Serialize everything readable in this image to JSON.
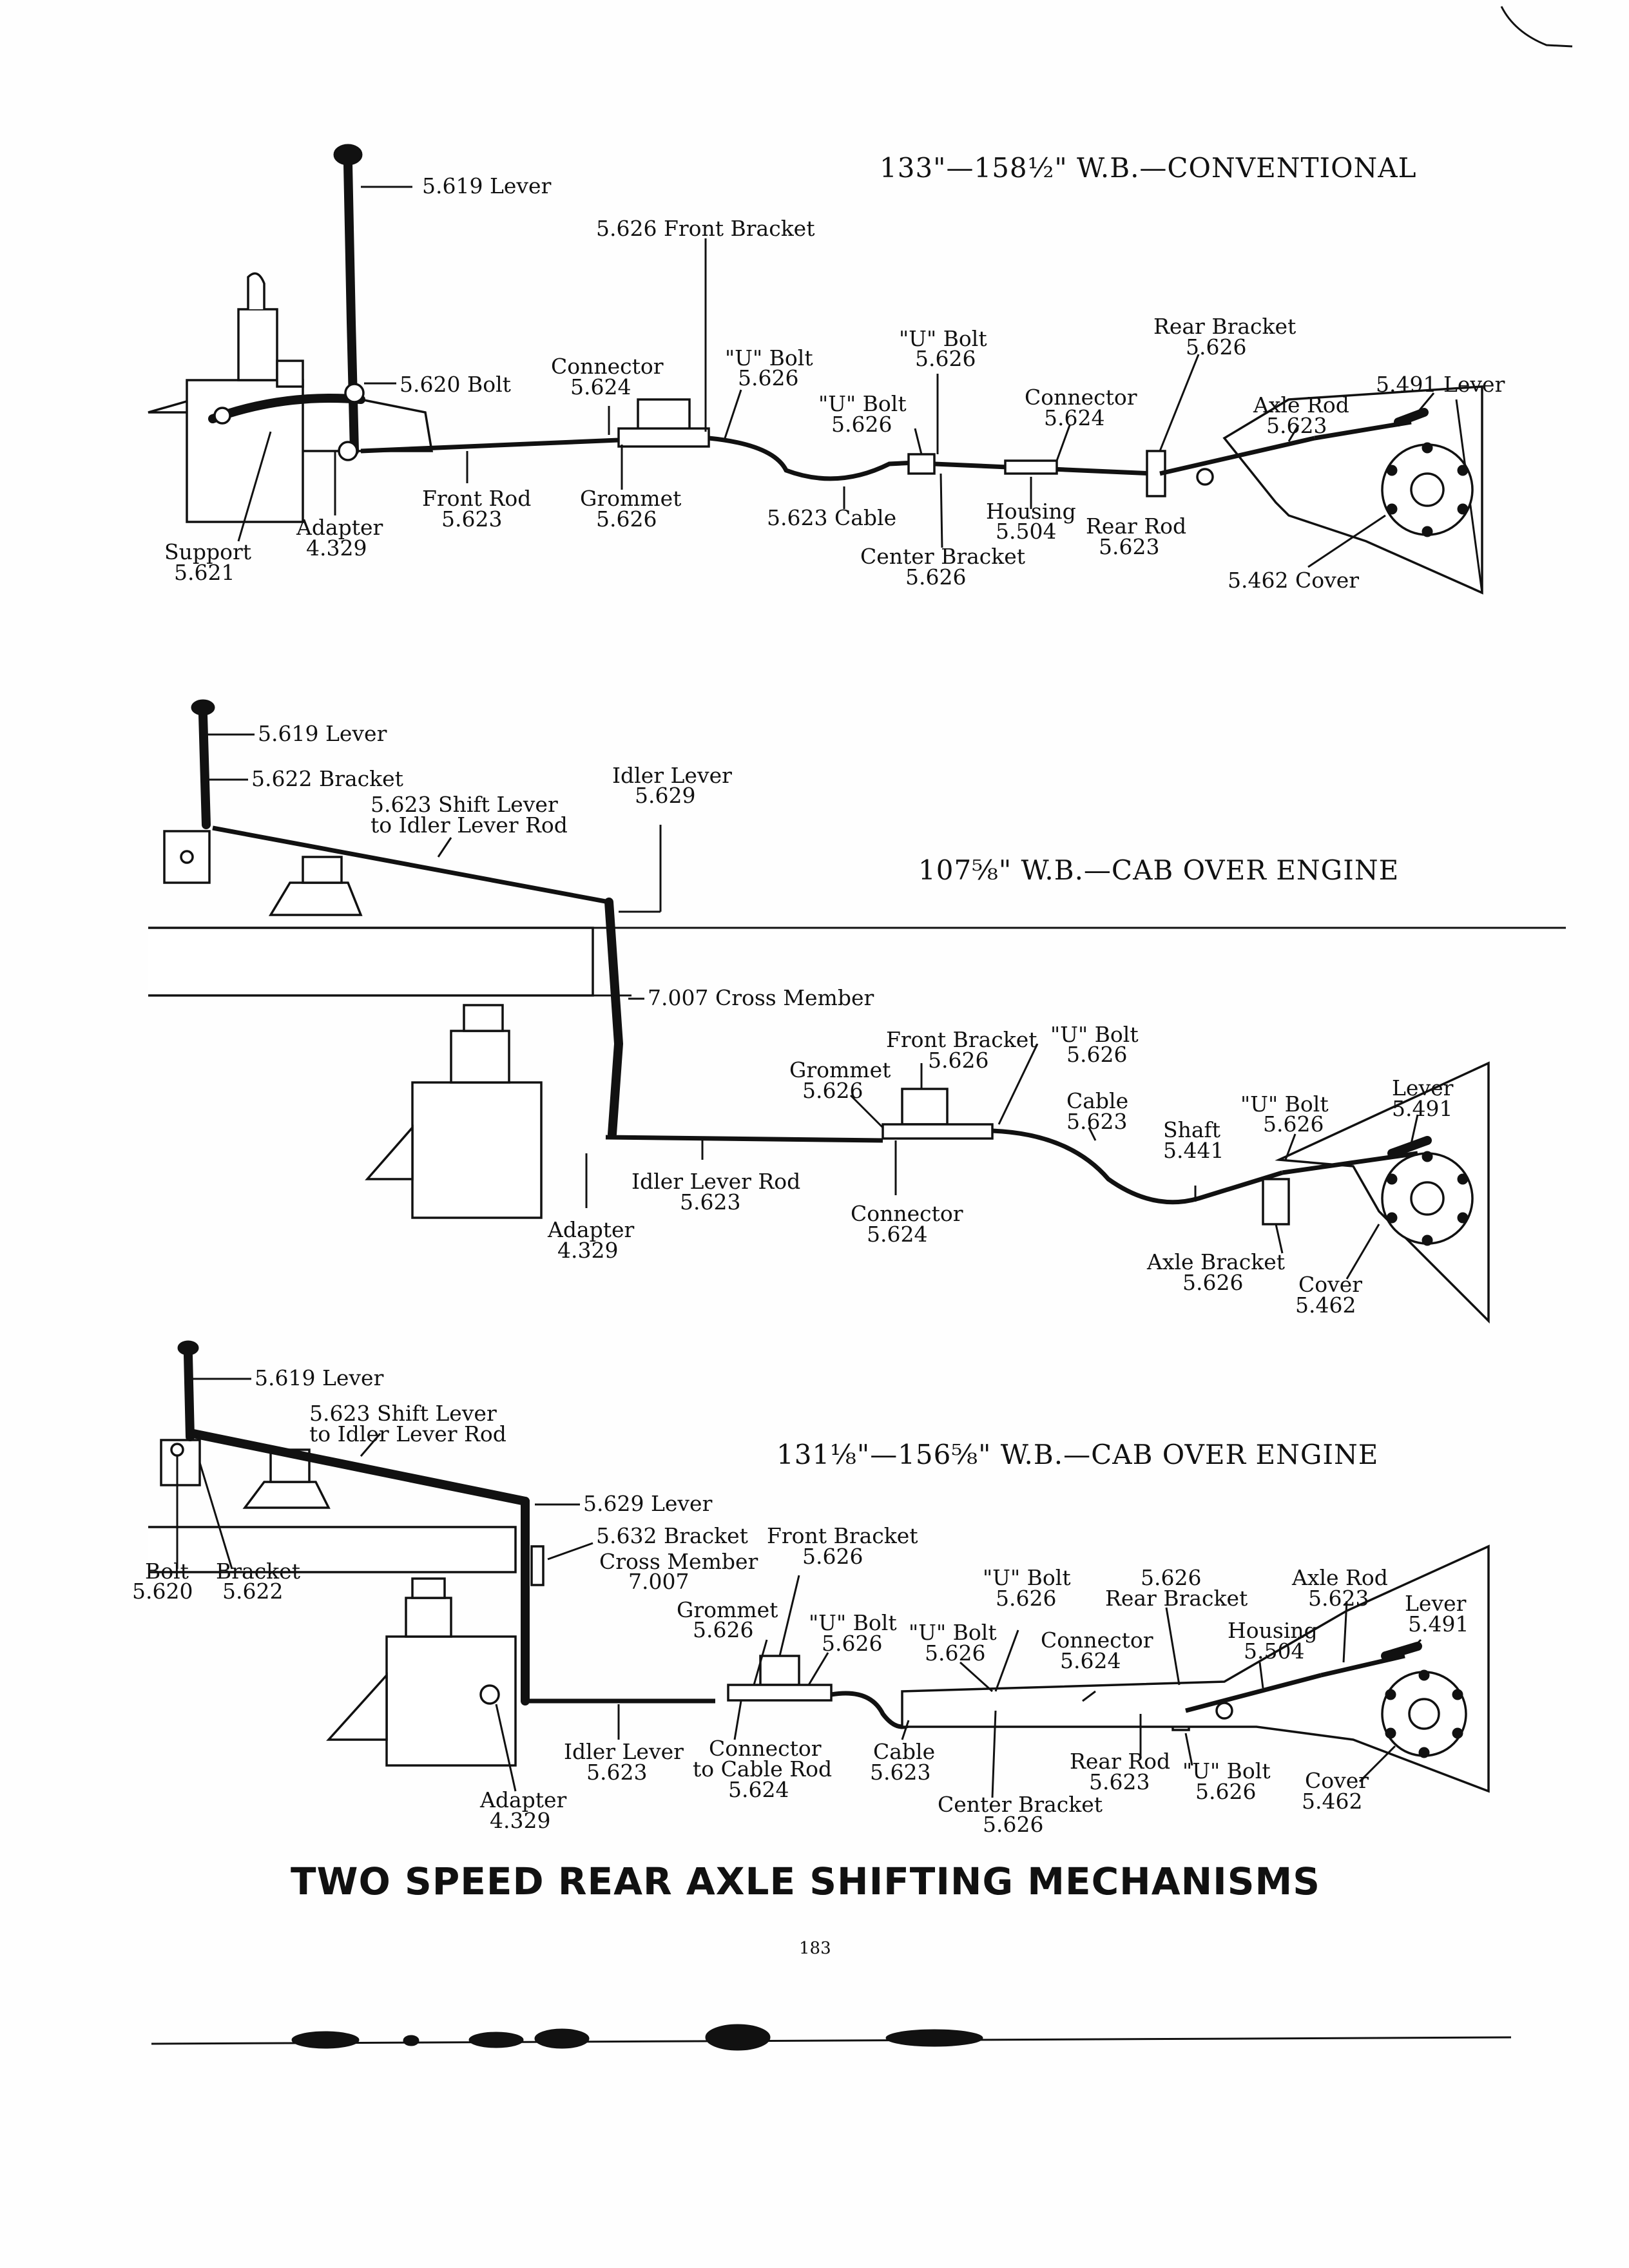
{
  "page": {
    "heading": "TWO SPEED REAR AXLE SHIFTING MECHANISMS",
    "page_number": "183"
  },
  "diagrams": [
    {
      "title": "133\"—158½\" W.B.—CONVENTIONAL",
      "labels": {
        "lever": "5.619 Lever",
        "front_bracket": "5.626 Front Bracket",
        "bolt": "5.620 Bolt",
        "connector_a": [
          "Connector",
          "5.624"
        ],
        "u_bolt_a": [
          "\"U\" Bolt",
          "5.626"
        ],
        "u_bolt_b": [
          "\"U\" Bolt",
          "5.626"
        ],
        "u_bolt_c": [
          "\"U\" Bolt",
          "5.626"
        ],
        "rear_bracket": [
          "Rear Bracket",
          "5.626"
        ],
        "connector_b": [
          "Connector",
          "5.624"
        ],
        "axle_rod": [
          "Axle Rod",
          "5.623"
        ],
        "lever_491": "5.491 Lever",
        "front_rod": [
          "Front Rod",
          "5.623"
        ],
        "grommet": [
          "Grommet",
          "5.626"
        ],
        "cable": "5.623 Cable",
        "housing": [
          "Housing",
          "5.504"
        ],
        "rear_rod": [
          "Rear Rod",
          "5.623"
        ],
        "center_bracket": [
          "Center Bracket",
          "5.626"
        ],
        "cover": "5.462 Cover",
        "adapter": [
          "Adapter",
          "4.329"
        ],
        "support": [
          "Support",
          "5.621"
        ]
      }
    },
    {
      "title": "107⅝\" W.B.—CAB OVER ENGINE",
      "labels": {
        "lever": "5.619 Lever",
        "bracket": "5.622 Bracket",
        "shift_lever_rod": [
          "5.623 Shift Lever",
          "to Idler Lever Rod"
        ],
        "idler_lever": [
          "Idler Lever",
          "5.629"
        ],
        "cross_member": "7.007 Cross Member",
        "front_bracket": [
          "Front Bracket",
          "5.626"
        ],
        "u_bolt_a": [
          "\"U\" Bolt",
          "5.626"
        ],
        "grommet": [
          "Grommet",
          "5.626"
        ],
        "cable": [
          "Cable",
          "5.623"
        ],
        "shaft": [
          "Shaft",
          "5.441"
        ],
        "u_bolt_b": [
          "\"U\" Bolt",
          "5.626"
        ],
        "lever_491": [
          "Lever",
          "5.491"
        ],
        "idler_lever_rod": [
          "Idler Lever Rod",
          "5.623"
        ],
        "connector": [
          "Connector",
          "5.624"
        ],
        "adapter": [
          "Adapter",
          "4.329"
        ],
        "axle_bracket": [
          "Axle Bracket",
          "5.626"
        ],
        "cover": [
          "Cover",
          "5.462"
        ]
      }
    },
    {
      "title": "131⅛\"—156⅝\" W.B.—CAB OVER ENGINE",
      "labels": {
        "lever": "5.619 Lever",
        "shift_lever_rod": [
          "5.623 Shift Lever",
          "to Idler Lever Rod"
        ],
        "lever_629": "5.629 Lever",
        "bracket_632": "5.632 Bracket",
        "front_bracket": [
          "Front Bracket",
          "5.626"
        ],
        "cross_member": [
          "Cross Member",
          "7.007"
        ],
        "bolt": [
          "Bolt",
          "5.620"
        ],
        "bracket": [
          "Bracket",
          "5.622"
        ],
        "grommet": [
          "Grommet",
          "5.626"
        ],
        "u_bolt_a": [
          "\"U\" Bolt",
          "5.626"
        ],
        "u_bolt_b": [
          "\"U\" Bolt",
          "5.626"
        ],
        "u_bolt_c": [
          "\"U\" Bolt",
          "5.626"
        ],
        "rear_bracket": [
          "5.626",
          "Rear Bracket"
        ],
        "connector": [
          "Connector",
          "5.624"
        ],
        "housing": [
          "Housing",
          "5.504"
        ],
        "axle_rod": [
          "Axle Rod",
          "5.623"
        ],
        "lever_491": [
          "Lever",
          "5.491"
        ],
        "idler_lever": [
          "Idler Lever",
          "5.623"
        ],
        "connector_cable_rod": [
          "Connector",
          "to Cable Rod",
          "5.624"
        ],
        "cable": [
          "Cable",
          "5.623"
        ],
        "center_bracket": [
          "Center Bracket",
          "5.626"
        ],
        "rear_rod": [
          "Rear Rod",
          "5.623"
        ],
        "u_bolt_d": [
          "\"U\" Bolt",
          "5.626"
        ],
        "cover": [
          "Cover",
          "5.462"
        ],
        "adapter": [
          "Adapter",
          "4.329"
        ]
      }
    }
  ]
}
